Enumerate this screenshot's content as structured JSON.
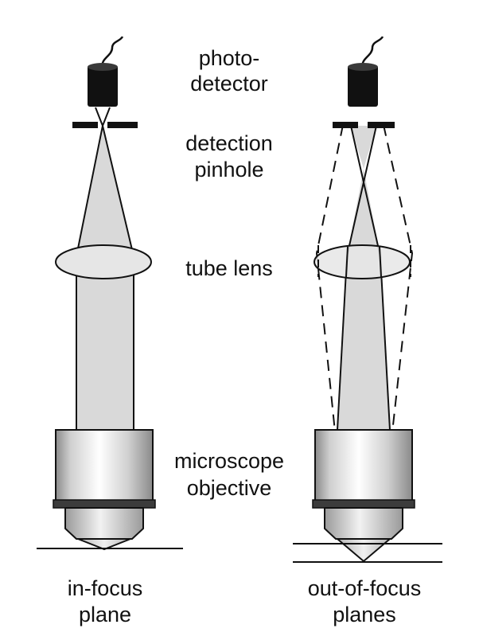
{
  "labels": {
    "photo_detector": [
      "photo-",
      "detector"
    ],
    "detection_pinhole": [
      "detection",
      "pinhole"
    ],
    "tube_lens": "tube lens",
    "microscope_objective": [
      "microscope",
      "objective"
    ],
    "in_focus": [
      "in-focus",
      "plane"
    ],
    "out_of_focus": [
      "out-of-focus",
      "planes"
    ]
  },
  "colors": {
    "line": "#111111",
    "beam_fill": "#d9d9d9",
    "lens_fill": "#e6e6e6",
    "detector": "#111111",
    "background": "#ffffff"
  }
}
